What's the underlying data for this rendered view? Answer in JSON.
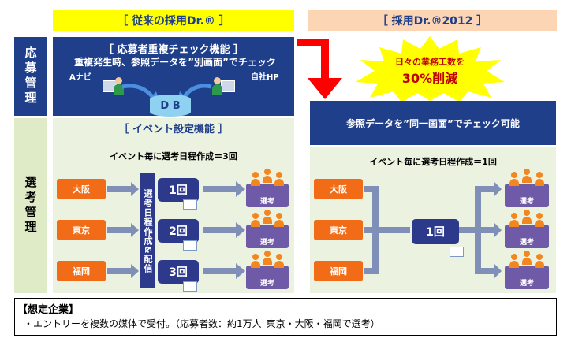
{
  "headers": {
    "left": "［ 従来の採用Dr.® ］",
    "right": "［ 採用Dr.®2012 ］"
  },
  "side": {
    "top": "応募管理",
    "bottom": "選考管理"
  },
  "dup_check": {
    "title": "［ 応募者重複チェック機能 ］",
    "subtitle": "重複発生時、参照データを”別画面”でチェック",
    "left_source": "Aナビ",
    "right_source": "自社HP",
    "db": "D B"
  },
  "burst": {
    "line1": "日々の業務工数を",
    "line2": "30%削減"
  },
  "right_panel": {
    "text": "参照データを”同一画面”でチェック可能",
    "event_text": "イベント毎に選考日程作成＝1回",
    "round": "1回"
  },
  "event": {
    "title": "［ イベント設定機能 ］",
    "text": "イベント毎に選考日程作成＝3回",
    "vertical": "選考日程作成&配信",
    "rounds": [
      "1回",
      "2回",
      "3回"
    ]
  },
  "cities": [
    "大阪",
    "東京",
    "福岡"
  ],
  "selection_label": "選考",
  "assumption": {
    "title": "【想定企業】",
    "text": "・エントリーを複数の媒体で受付。（応募者数：約1万人_東京・大阪・福岡で選考）"
  },
  "colors": {
    "navy": "#1f3f8a",
    "orange": "#f26c18",
    "green_bg": "#ebf3e0",
    "yellow": "#ffff00",
    "peach": "#fcd5b4",
    "red_arrow": "#ff0000"
  }
}
